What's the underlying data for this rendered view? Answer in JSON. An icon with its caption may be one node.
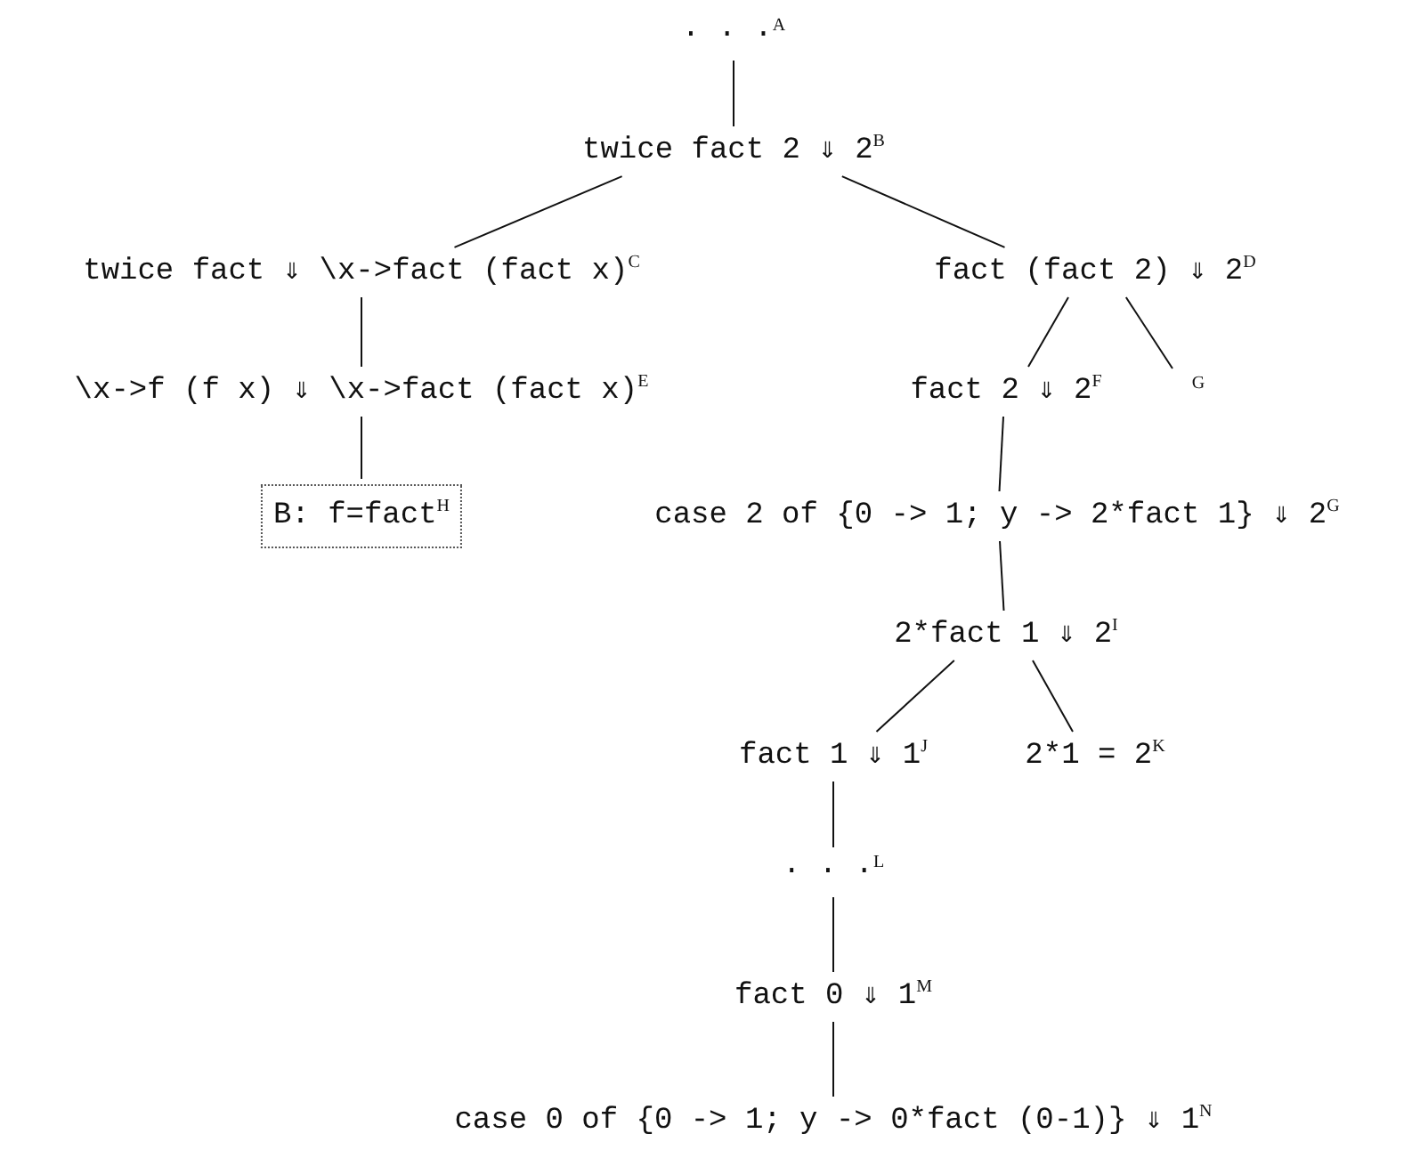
{
  "diagram": {
    "nodes": [
      {
        "text": [
          "· · ·$^{A}$"
        ]
      },
      {
        "text": [
          "twice fact 2 ⇓ 2$^{B}$"
        ]
      },
      {
        "text": [
          "twice fact ⇓ \\x->fact (fact x)$^{C}$"
        ]
      },
      {
        "text": [
          "fact (fact 2) ⇓ 2$^{D}$"
        ]
      },
      {
        "text": [
          "\\x->f (f x) ⇓ \\x->fact (fact x)$^{E}$"
        ]
      },
      {
        "text": [
          "fact 2 ⇓ 2$^{F}$"
        ]
      },
      {
        "text": [
          "G"
        ]
      },
      {
        "text": [
          "B: f=fact$^{H}$"
        ]
      },
      {
        "text": [
          "case 2 of {0 -> 1; y -> 2*fact 1} ⇓ 2$^{G}$"
        ]
      },
      {
        "text": [
          "2*fact 1 ⇓ 2$^{I}$"
        ]
      },
      {
        "text": [
          "fact 1 ⇓ 1$^{J}$"
        ]
      },
      {
        "text": [
          "2*1 = 2$^{K}$"
        ]
      },
      {
        "text": [
          "· · ·$^{L}$"
        ]
      },
      {
        "text": [
          "fact 0 ⇓ 1$^{M}$"
        ]
      },
      {
        "text": [
          "case 0 of {0 -> 1; y -> 0*fact (0-1)} ⇓ 1$^{N}$"
        ]
      }
    ],
    "edges": [
      {
        "from": 0,
        "to": 1,
        "arrow": "none"
      },
      {
        "from": 1,
        "to": 2,
        "arrow": "none"
      },
      {
        "from": 1,
        "to": 3,
        "arrow": "none"
      },
      {
        "from": 2,
        "to": 4,
        "arrow": "none"
      },
      {
        "from": 3,
        "to": 5,
        "arrow": "none"
      },
      {
        "from": 3,
        "to": 6,
        "arrow": "none"
      },
      {
        "from": 4,
        "to": 7,
        "arrow": "none"
      },
      {
        "from": 5,
        "to": 8,
        "arrow": "none"
      },
      {
        "from": 8,
        "to": 9,
        "arrow": "none"
      },
      {
        "from": 9,
        "to": 10,
        "arrow": "none"
      },
      {
        "from": 9,
        "to": 11,
        "arrow": "none"
      },
      {
        "from": 10,
        "to": 12,
        "arrow": "none"
      },
      {
        "from": 12,
        "to": 13,
        "arrow": "none"
      },
      {
        "from": 13,
        "to": 14,
        "arrow": "none"
      }
    ]
  }
}
